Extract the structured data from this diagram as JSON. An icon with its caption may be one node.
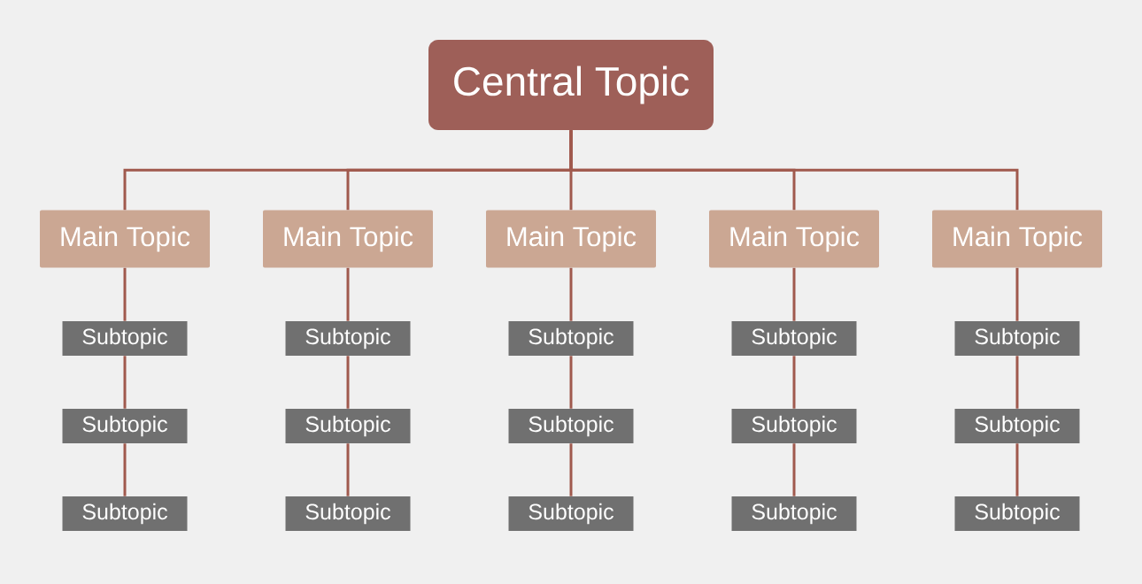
{
  "diagram": {
    "nodes": [
      {
        "text": [
          "Central Topic"
        ]
      },
      {
        "text": [
          "Main Topic"
        ]
      },
      {
        "text": [
          "Main Topic"
        ]
      },
      {
        "text": [
          "Main Topic"
        ]
      },
      {
        "text": [
          "Main Topic"
        ]
      },
      {
        "text": [
          "Main Topic"
        ]
      },
      {
        "text": [
          "Subtopic"
        ]
      },
      {
        "text": [
          "Subtopic"
        ]
      },
      {
        "text": [
          "Subtopic"
        ]
      },
      {
        "text": [
          "Subtopic"
        ]
      },
      {
        "text": [
          "Subtopic"
        ]
      },
      {
        "text": [
          "Subtopic"
        ]
      },
      {
        "text": [
          "Subtopic"
        ]
      },
      {
        "text": [
          "Subtopic"
        ]
      },
      {
        "text": [
          "Subtopic"
        ]
      },
      {
        "text": [
          "Subtopic"
        ]
      },
      {
        "text": [
          "Subtopic"
        ]
      },
      {
        "text": [
          "Subtopic"
        ]
      },
      {
        "text": [
          "Subtopic"
        ]
      },
      {
        "text": [
          "Subtopic"
        ]
      },
      {
        "text": [
          "Subtopic"
        ]
      }
    ],
    "edges": [
      {
        "from": 0,
        "to": 1,
        "arrow": "none"
      },
      {
        "from": 0,
        "to": 2,
        "arrow": "none"
      },
      {
        "from": 0,
        "to": 3,
        "arrow": "none"
      },
      {
        "from": 0,
        "to": 4,
        "arrow": "none"
      },
      {
        "from": 0,
        "to": 5,
        "arrow": "none"
      },
      {
        "from": 1,
        "to": 6,
        "arrow": "none"
      },
      {
        "from": 6,
        "to": 11,
        "arrow": "none"
      },
      {
        "from": 11,
        "to": 16,
        "arrow": "none"
      },
      {
        "from": 2,
        "to": 7,
        "arrow": "none"
      },
      {
        "from": 7,
        "to": 12,
        "arrow": "none"
      },
      {
        "from": 12,
        "to": 17,
        "arrow": "none"
      },
      {
        "from": 3,
        "to": 8,
        "arrow": "none"
      },
      {
        "from": 8,
        "to": 13,
        "arrow": "none"
      },
      {
        "from": 13,
        "to": 18,
        "arrow": "none"
      },
      {
        "from": 4,
        "to": 9,
        "arrow": "none"
      },
      {
        "from": 9,
        "to": 14,
        "arrow": "none"
      },
      {
        "from": 14,
        "to": 19,
        "arrow": "none"
      },
      {
        "from": 5,
        "to": 10,
        "arrow": "none"
      },
      {
        "from": 10,
        "to": 15,
        "arrow": "none"
      },
      {
        "from": 15,
        "to": 20,
        "arrow": "none"
      }
    ]
  }
}
